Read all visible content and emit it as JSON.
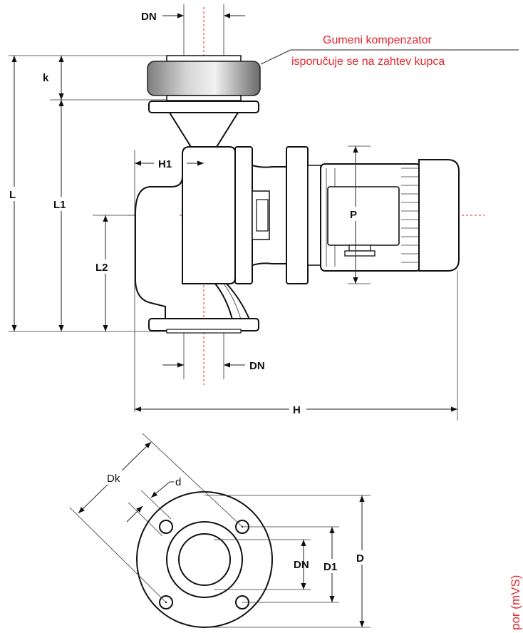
{
  "labels": {
    "dn_top": "DN",
    "dn_bottom": "DN",
    "k": "k",
    "L": "L",
    "L1": "L1",
    "L2": "L2",
    "H1": "H1",
    "P": "P",
    "H": "H",
    "Dk": "Dk",
    "d": "d",
    "DN_flange": "DN",
    "D1": "D1",
    "D": "D"
  },
  "note": {
    "line1": "Gumeni kompenzator",
    "line2": "isporučuje se na zahtev kupca"
  },
  "edge_text": "por (mVS)",
  "colors": {
    "annotation": "#e3262b",
    "line": "#111111"
  }
}
